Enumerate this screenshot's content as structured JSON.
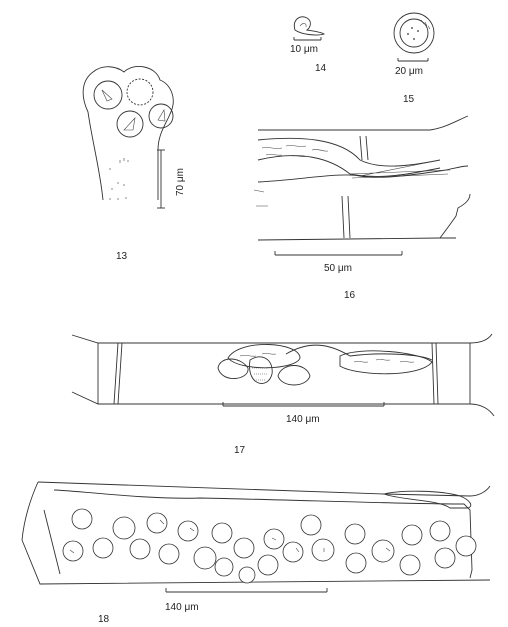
{
  "figures": [
    {
      "id": "fig13",
      "number": "13",
      "scale_label": "70 μm"
    },
    {
      "id": "fig14",
      "number": "14",
      "scale_label": "10 μm"
    },
    {
      "id": "fig15",
      "number": "15",
      "scale_label": "20 μm"
    },
    {
      "id": "fig16",
      "number": "16",
      "scale_label": "50 μm"
    },
    {
      "id": "fig17",
      "number": "17",
      "scale_label": "140 μm"
    },
    {
      "id": "fig18",
      "number": "18",
      "scale_label": "140 μm"
    }
  ]
}
